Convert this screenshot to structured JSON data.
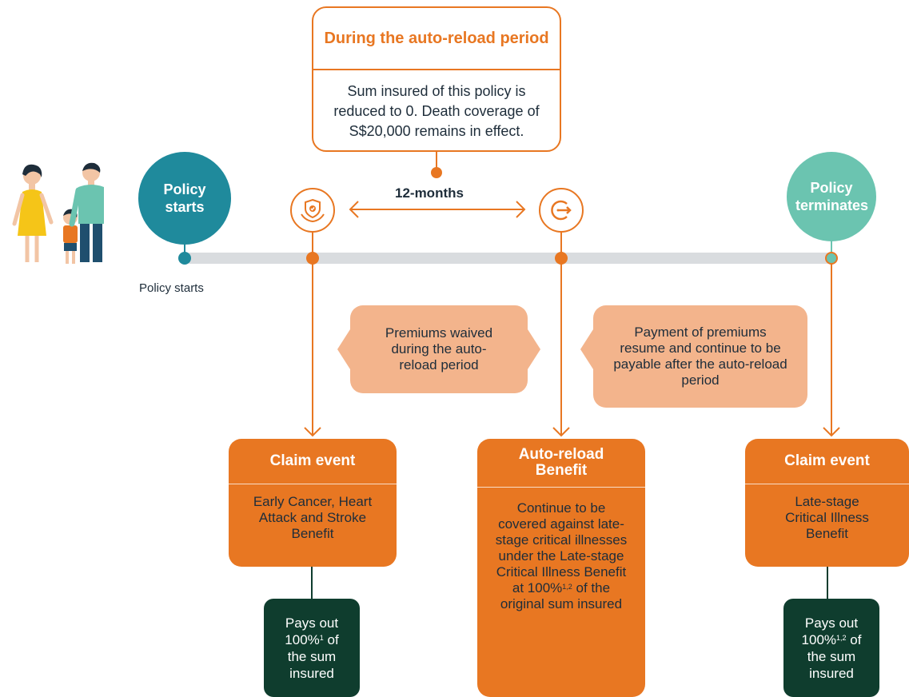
{
  "top_callout": {
    "title": "During the auto-reload period",
    "body": "Sum insured of this policy is reduced to 0. Death coverage of S$20,000 remains in effect."
  },
  "timeline": {
    "start_circle": "Policy starts",
    "end_circle": "Policy terminates",
    "period_label": "12-months",
    "start_caption": "Policy starts"
  },
  "notes": {
    "left": "Premiums waived during the auto-reload period",
    "right": "Payment of premiums resume and continue to be payable after the auto-reload period"
  },
  "cards": {
    "left": {
      "title": "Claim event",
      "body": "Early Cancer, Heart Attack and Stroke Benefit"
    },
    "middle": {
      "title": "Auto-reload Benefit",
      "body": "Continue to be covered against late-stage critical illnesses under the Late-stage Critical Illness Benefit at 100%",
      "sup": "1,2",
      "body_tail": " of the original sum insured"
    },
    "right": {
      "title": "Claim event",
      "body": "Late-stage Critical Illness Benefit"
    }
  },
  "payouts": {
    "left": {
      "pre": "Pays out 100%",
      "sup": "1",
      "post": " of the sum insured"
    },
    "right": {
      "pre": "Pays out 100%",
      "sup": "1,2",
      "post": " of the sum insured"
    }
  },
  "icons": [
    "family-illustration",
    "hand-shield-icon",
    "reload-exit-icon"
  ],
  "colors": {
    "orange": "#e87722",
    "teal": "#1f8a9c",
    "mint": "#6bc4b0",
    "peach": "#f3b48c",
    "dark_green": "#0f3d2e",
    "line_gray": "#d9dcdf"
  }
}
